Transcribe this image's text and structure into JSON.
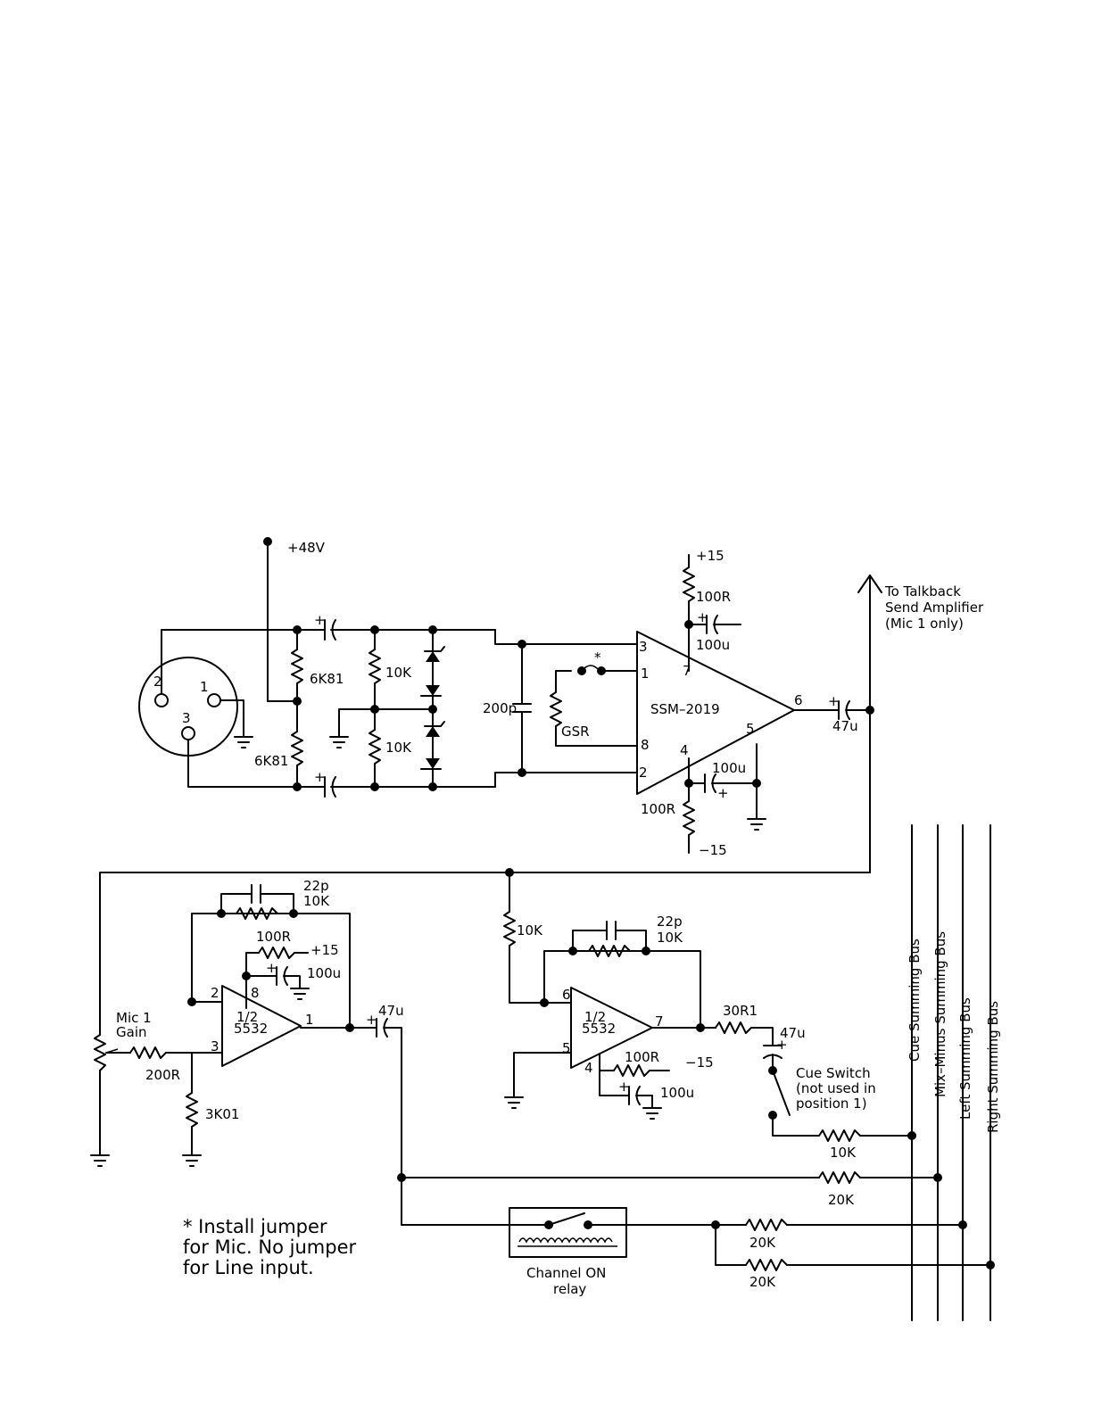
{
  "labels": {
    "v48": "+48V",
    "xlr_pin1": "1",
    "xlr_pin2": "2",
    "xlr_pin3": "3",
    "r_6k81_top": "6K81",
    "r_6k81_bot": "6K81",
    "r_10k_top": "10K",
    "r_10k_bot": "10K",
    "c_200p": "200p",
    "asterisk": "*",
    "gsr": "GSR",
    "ssm_name": "SSM–2019",
    "ssm_pin3": "3",
    "ssm_pin1": "1",
    "ssm_pin7": "7",
    "ssm_pin8": "8",
    "ssm_pin5": "5",
    "ssm_pin4": "4",
    "ssm_pin2": "2",
    "ssm_pin6": "6",
    "pos15_top": "+15",
    "r_100r_top": "100R",
    "c_100u_top": "100u",
    "c_100u_bot": "100u",
    "r_100r_bot": "100R",
    "neg15_bot": "−15",
    "c_47u_out": "47u",
    "talkback_l1": "To Talkback",
    "talkback_l2": "Send Amplifier",
    "talkback_l3": "(Mic 1 only)",
    "mic_gain_l1": "Mic 1",
    "mic_gain_l2": "Gain",
    "r_200r": "200R",
    "r_3k01": "3K01",
    "opa_c22p": "22p",
    "opa_r10k": "10K",
    "opa_r100r": "100R",
    "opa_pos15": "+15",
    "opa_c100u": "100u",
    "opa_pin2": "2",
    "opa_pin3": "3",
    "opa_pin8": "8",
    "opa_pin1": "1",
    "opa_half": "1/2",
    "opa_name": "5532",
    "c_47u_mid": "47u",
    "r_10k_feed": "10K",
    "opb_c22p": "22p",
    "opb_r10k": "10K",
    "opb_pin6": "6",
    "opb_pin5": "5",
    "opb_pin4": "4",
    "opb_pin7": "7",
    "opb_half": "1/2",
    "opb_name": "5532",
    "opb_r100r": "100R",
    "opb_neg15": "−15",
    "opb_c100u": "100u",
    "r_30r1": "30R1",
    "c_47u_cue": "47u",
    "cue_switch_l1": "Cue Switch",
    "cue_switch_l2": "(not used in",
    "cue_switch_l3": "position 1)",
    "r_10k_cue": "10K",
    "r_20k_mm": "20K",
    "r_20k_l": "20K",
    "r_20k_r": "20K",
    "relay_l1": "Channel ON",
    "relay_l2": "relay",
    "note_l1": "* Install jumper",
    "note_l2": "for Mic.  No jumper",
    "note_l3": "for Line input.",
    "bus_cue": "Cue Summing Bus",
    "bus_mixminus": "Mix–Minus Summing Bus",
    "bus_left": "Left Summing Bus",
    "bus_right": "Right Summing Bus"
  }
}
